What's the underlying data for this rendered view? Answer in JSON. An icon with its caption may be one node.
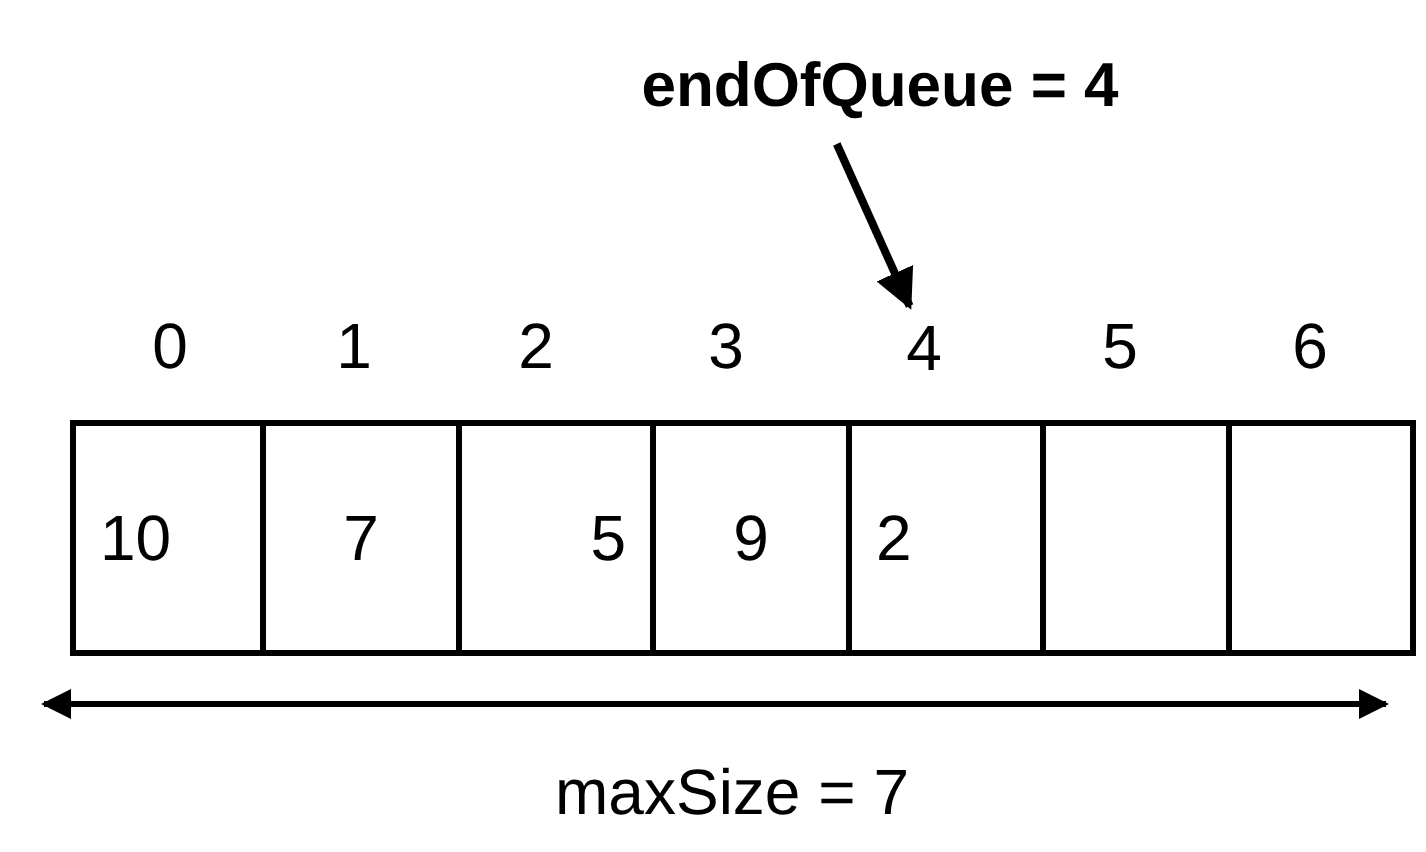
{
  "diagram": {
    "nodes": [
      {
        "text": [
          "endOfQueue = 4"
        ]
      },
      {
        "text": [
          "4"
        ]
      },
      {
        "text": [
          "10"
        ]
      },
      {
        "text": [
          "7"
        ]
      },
      {
        "text": [
          "5"
        ]
      },
      {
        "text": [
          "9"
        ]
      },
      {
        "text": [
          "2"
        ]
      },
      {
        "text": [],
        "shape": "box"
      },
      {
        "text": [],
        "shape": "box"
      }
    ],
    "edges": [
      {
        "from": 0,
        "to": 1,
        "arrow": "to"
      }
    ],
    "labels": [
      "0",
      "1",
      "2",
      "3",
      "5",
      "6",
      "maxSize = 7"
    ]
  }
}
